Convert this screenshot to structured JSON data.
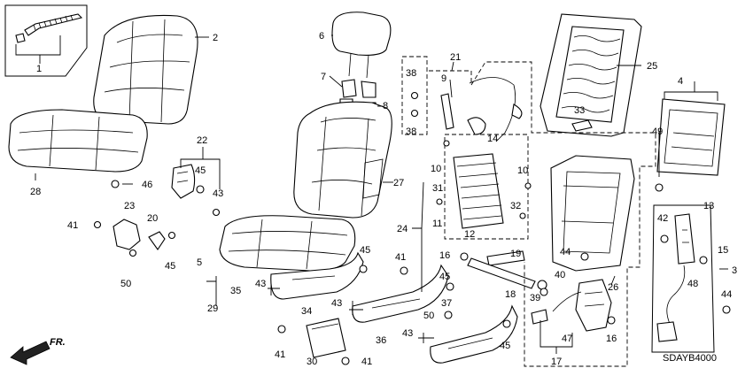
{
  "diagram": {
    "code": "SDAYB4000",
    "direction_label": "FR.",
    "callouts": {
      "c1": "1",
      "c2": "2",
      "c3": "3",
      "c4": "4",
      "c5": "5",
      "c6": "6",
      "c7": "7",
      "c8": "8",
      "c9": "9",
      "c10a": "10",
      "c10b": "10",
      "c11": "11",
      "c12": "12",
      "c13": "13",
      "c14": "14",
      "c15": "15",
      "c16a": "16",
      "c16b": "16",
      "c17": "17",
      "c18": "18",
      "c19": "19",
      "c20": "20",
      "c21": "21",
      "c22": "22",
      "c23": "23",
      "c24": "24",
      "c25": "25",
      "c26": "26",
      "c27": "27",
      "c28": "28",
      "c29": "29",
      "c30": "30",
      "c31": "31",
      "c32": "32",
      "c33": "33",
      "c34": "34",
      "c35": "35",
      "c36": "36",
      "c37": "37",
      "c38a": "38",
      "c38b": "38",
      "c39": "39",
      "c40": "40",
      "c41a": "41",
      "c41b": "41",
      "c41c": "41",
      "c41d": "41",
      "c42": "42",
      "c43a": "43",
      "c43b": "43",
      "c43c": "43",
      "c43d": "43",
      "c44a": "44",
      "c44b": "44",
      "c45a": "45",
      "c45b": "45",
      "c45c": "45",
      "c45d": "45",
      "c45e": "45",
      "c46": "46",
      "c47": "47",
      "c48": "48",
      "c49": "49",
      "c50a": "50",
      "c50b": "50"
    }
  }
}
